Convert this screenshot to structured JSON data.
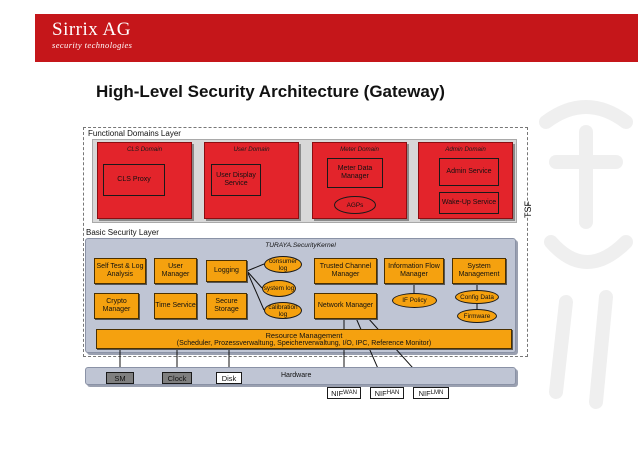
{
  "header": {
    "logo_name": "Sirrix AG",
    "logo_tagline": "security technologies",
    "brand_color": "#c5161a"
  },
  "slide_title": "High-Level Security Architecture (Gateway)",
  "tsf_label": "TSF",
  "functional_layer": {
    "label": "Functional Domains Layer",
    "domains": [
      {
        "title": "CLS Domain",
        "boxes": [
          "CLS Proxy"
        ]
      },
      {
        "title": "User Domain",
        "boxes": [
          "User Display Service"
        ]
      },
      {
        "title": "Meter Domain",
        "boxes": [
          "Meter Data Manager"
        ],
        "oval": "AGPs"
      },
      {
        "title": "Admin Domain",
        "boxes": [
          "Admin Service",
          "Wake-Up Service"
        ]
      }
    ]
  },
  "basic_layer": {
    "label": "Basic Security Layer",
    "kernel_title": "TURAYA.SecurityKernel",
    "modules": {
      "self_test": "Self Test & Log Analysis",
      "user_manager": "User Manager",
      "logging": "Logging",
      "trusted_channel": "Trusted Channel Manager",
      "info_flow": "Information Flow Manager",
      "system_mgmt": "System Management",
      "crypto": "Crypto Manager",
      "time": "Time Service",
      "storage": "Secure Storage",
      "network": "Network Manager"
    },
    "logs": [
      "consumer log",
      "system log",
      "calibration log"
    ],
    "ovals": {
      "if_policy": "IF Policy",
      "config_data": "Config Data",
      "firmware": "Firmware"
    },
    "resource_management": {
      "title": "Resource Management",
      "subtitle": "(Scheduler, Prozessverwaltung, Speicherverwaltung, I/O, IPC, Reference Monitor)"
    }
  },
  "hardware": {
    "label": "Hardware",
    "components": [
      "SM",
      "Clock",
      "Disk"
    ],
    "component_colors": [
      "#7f7f7f",
      "#7f7f7f",
      "#ffffff"
    ],
    "nifs": [
      {
        "base": "NIF",
        "sub": "WAN"
      },
      {
        "base": "NIF",
        "sub": "HAN"
      },
      {
        "base": "NIF",
        "sub": "LMN"
      }
    ]
  },
  "colors": {
    "domain_red": "#e3242b",
    "module_orange": "#f5a10f",
    "layer_blue_gray": "#bfc5d4"
  }
}
